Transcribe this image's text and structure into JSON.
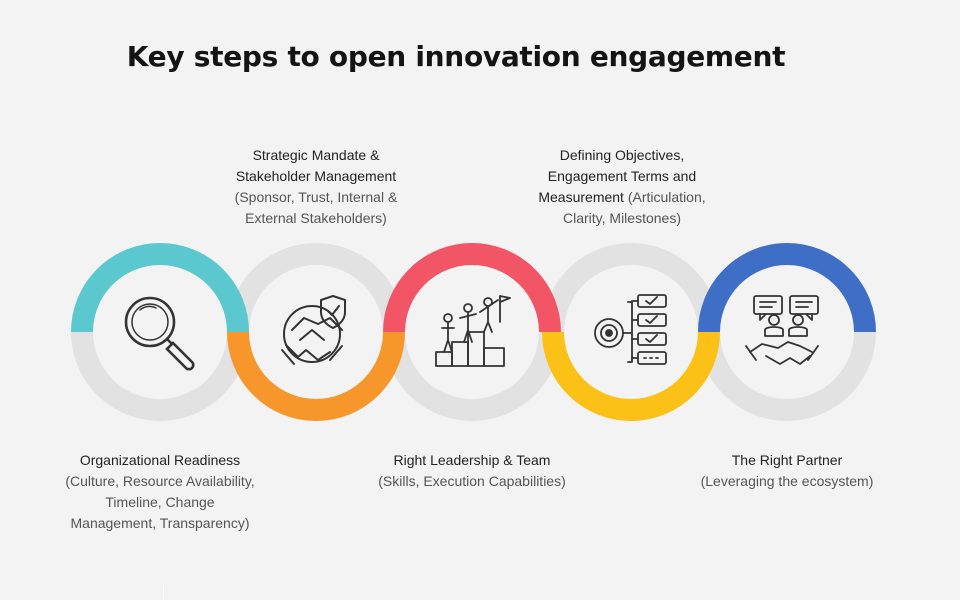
{
  "title": "Key steps to open innovation engagement",
  "colors": {
    "background": "#f3f3f3",
    "ring_gray": "#e2e2e2",
    "teal": "#5bc8cf",
    "orange": "#f7962b",
    "red": "#f25565",
    "yellow": "#fcc117",
    "blue": "#3f6ec6",
    "icon": "#333333"
  },
  "steps": [
    {
      "head": "Organizational Readiness",
      "sub_lines": [
        "(Culture, Resource Availability,",
        "Timeline, Change",
        "Management, Transparency)"
      ],
      "icon": "magnifier-icon",
      "color": "#5bc8cf"
    },
    {
      "head_lines": [
        "Strategic Mandate &",
        "Stakeholder Management"
      ],
      "sub_lines": [
        "(Sponsor, Trust, Internal &",
        "External Stakeholders)"
      ],
      "icon": "handshake-shield-icon",
      "color": "#f7962b"
    },
    {
      "head": "Right Leadership & Team",
      "sub_lines": [
        "(Skills, Execution Capabilities)"
      ],
      "icon": "team-climbing-icon",
      "color": "#f25565"
    },
    {
      "head_lines": [
        "Defining Objectives,",
        "Engagement Terms and",
        "Measurement"
      ],
      "inline_sub": "(Articulation,",
      "sub_lines": [
        "Clarity, Milestones)"
      ],
      "icon": "target-checklist-icon",
      "color": "#fcc117"
    },
    {
      "head": "The Right Partner",
      "sub_lines": [
        "(Leveraging the ecosystem)"
      ],
      "icon": "partner-handshake-icon",
      "color": "#3f6ec6"
    }
  ]
}
